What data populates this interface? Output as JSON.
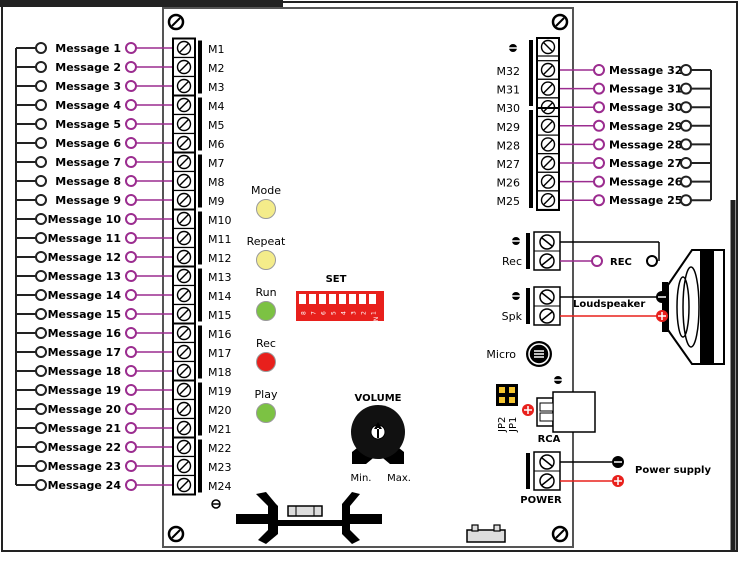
{
  "left_messages": [
    {
      "label": "Message 1",
      "terminal": "M1"
    },
    {
      "label": "Message 2",
      "terminal": "M2"
    },
    {
      "label": "Message 3",
      "terminal": "M3"
    },
    {
      "label": "Message 4",
      "terminal": "M4"
    },
    {
      "label": "Message 5",
      "terminal": "M5"
    },
    {
      "label": "Message 6",
      "terminal": "M6"
    },
    {
      "label": "Message 7",
      "terminal": "M7"
    },
    {
      "label": "Message 8",
      "terminal": "M8"
    },
    {
      "label": "Message 9",
      "terminal": "M9"
    },
    {
      "label": "Message 10",
      "terminal": "M10"
    },
    {
      "label": "Message 11",
      "terminal": "M11"
    },
    {
      "label": "Message 12",
      "terminal": "M12"
    },
    {
      "label": "Message 13",
      "terminal": "M13"
    },
    {
      "label": "Message 14",
      "terminal": "M14"
    },
    {
      "label": "Message 15",
      "terminal": "M15"
    },
    {
      "label": "Message 16",
      "terminal": "M16"
    },
    {
      "label": "Message 17",
      "terminal": "M17"
    },
    {
      "label": "Message 18",
      "terminal": "M18"
    },
    {
      "label": "Message 19",
      "terminal": "M19"
    },
    {
      "label": "Message 20",
      "terminal": "M20"
    },
    {
      "label": "Message 21",
      "terminal": "M21"
    },
    {
      "label": "Message 22",
      "terminal": "M22"
    },
    {
      "label": "Message 23",
      "terminal": "M23"
    },
    {
      "label": "Message 24",
      "terminal": "M24"
    }
  ],
  "right_messages": [
    {
      "label": "Message 32",
      "terminal": "M32"
    },
    {
      "label": "Message 31",
      "terminal": "M31"
    },
    {
      "label": "Message 30",
      "terminal": "M30"
    },
    {
      "label": "Message 29",
      "terminal": "M29"
    },
    {
      "label": "Message 28",
      "terminal": "M28"
    },
    {
      "label": "Message 27",
      "terminal": "M27"
    },
    {
      "label": "Message 26",
      "terminal": "M26"
    },
    {
      "label": "Message 25",
      "terminal": "M25"
    }
  ],
  "indicators": [
    {
      "label": "Mode",
      "color": "#f4ec8a"
    },
    {
      "label": "Repeat",
      "color": "#f4ec8a"
    },
    {
      "label": "Run",
      "color": "#7cc243"
    },
    {
      "label": "Rec",
      "color": "#e8201c"
    },
    {
      "label": "Play",
      "color": "#7cc243"
    }
  ],
  "dip_switch": {
    "title": "SET",
    "numbers": [
      "8",
      "7",
      "6",
      "5",
      "4",
      "3",
      "2",
      "1"
    ],
    "on_label": "ON"
  },
  "volume": {
    "title": "VOLUME",
    "min_label": "Min.",
    "max_label": "Max."
  },
  "rec_block": {
    "terminal_label": "Rec",
    "wire_label": "REC"
  },
  "spk_block": {
    "terminal_label": "Spk",
    "wire_label": "Loudspeaker"
  },
  "micro_label": "Micro",
  "jumpers": [
    "JP2",
    "JP1"
  ],
  "rca_label": "RCA",
  "power": {
    "connector_label": "POWER",
    "wire_label": "Power supply"
  },
  "colors": {
    "wire_magenta": "#9b2c8f",
    "wire_red": "#e8201c",
    "board_border": "#555555",
    "board_fill": "#ffffff"
  }
}
